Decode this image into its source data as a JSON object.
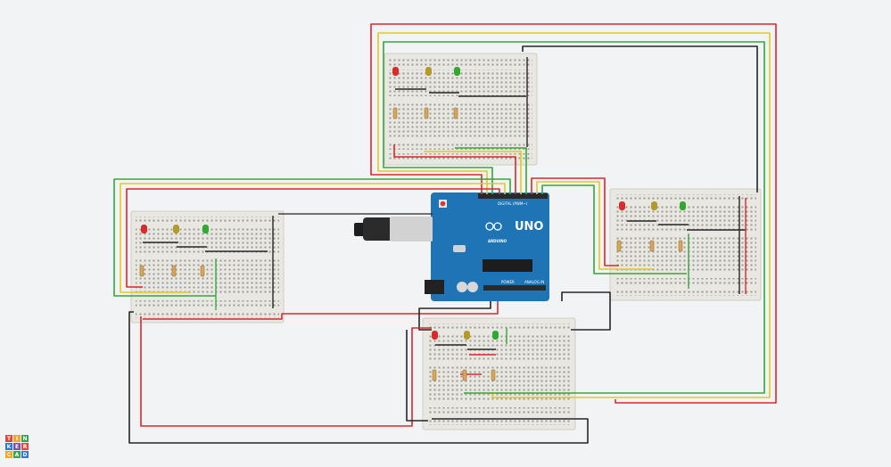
{
  "board": {
    "model_label": "UNO",
    "brand_label": "ARDUINO",
    "digital_label": "DIGITAL (PWM~)",
    "power_label": "POWER",
    "analog_label": "ANALOG IN"
  },
  "logo": {
    "rows": [
      [
        "T",
        "I",
        "N"
      ],
      [
        "K",
        "E",
        "R"
      ],
      [
        "C",
        "A",
        "D"
      ]
    ],
    "colors": [
      "#e3463c",
      "#f3a52a",
      "#2fa84f",
      "#2b7bd6",
      "#7b4fb0",
      "#e3463c",
      "#f3a52a",
      "#2fa84f",
      "#2b7bd6"
    ]
  },
  "colors": {
    "wire_red": "#d8292f",
    "wire_yellow": "#e2c91f",
    "wire_green": "#35a63d",
    "wire_black": "#262626",
    "board_blue": "#1f74b6",
    "breadboard": "#e9e7e1",
    "led_red": "#d92b2b",
    "led_yellow": "#b39a2a",
    "led_green": "#2eaa2e"
  }
}
